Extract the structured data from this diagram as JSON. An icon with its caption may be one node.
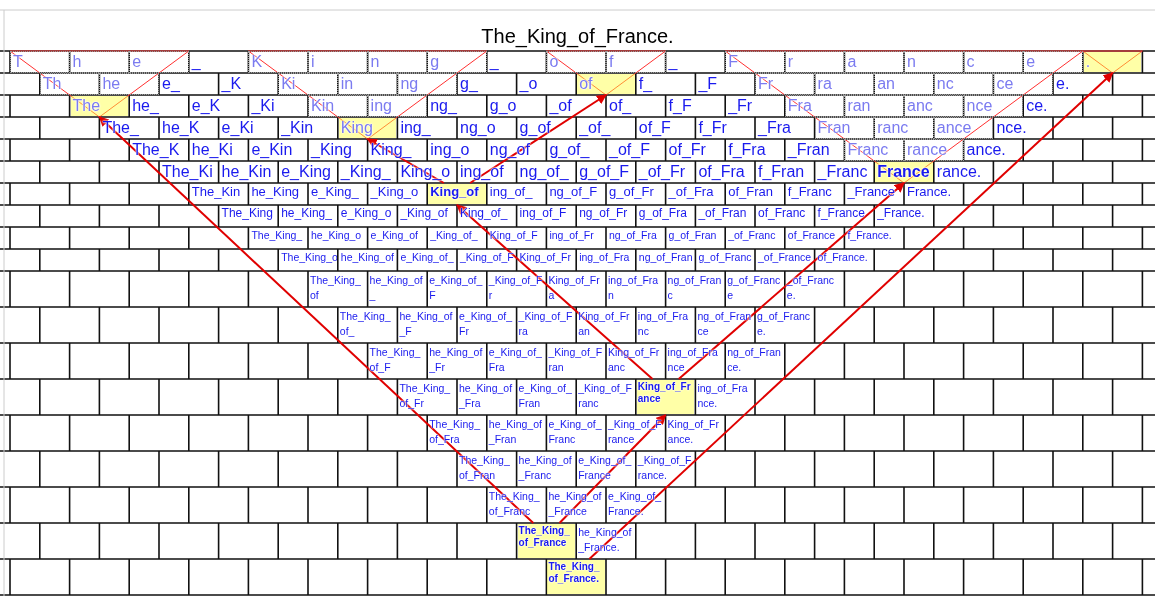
{
  "diagram": {
    "title": "The_King_of_France.",
    "nodes": [
      {
        "text": [
          "T"
        ]
      },
      {
        "text": [
          "h"
        ]
      },
      {
        "text": [
          "e"
        ]
      },
      {
        "text": [
          "_"
        ]
      },
      {
        "text": [
          "K"
        ]
      },
      {
        "text": [
          "i"
        ]
      },
      {
        "text": [
          "n"
        ]
      },
      {
        "text": [
          "g"
        ]
      },
      {
        "text": [
          "_"
        ]
      },
      {
        "text": [
          "o"
        ]
      },
      {
        "text": [
          "f"
        ]
      },
      {
        "text": [
          "_"
        ]
      },
      {
        "text": [
          "F"
        ]
      },
      {
        "text": [
          "r"
        ]
      },
      {
        "text": [
          "a"
        ]
      },
      {
        "text": [
          "n"
        ]
      },
      {
        "text": [
          "c"
        ]
      },
      {
        "text": [
          "e"
        ]
      },
      {
        "text": [
          "."
        ]
      },
      {
        "text": [
          "Th"
        ]
      },
      {
        "text": [
          "he"
        ]
      },
      {
        "text": [
          "e_"
        ]
      },
      {
        "text": [
          "_K"
        ]
      },
      {
        "text": [
          "Ki"
        ]
      },
      {
        "text": [
          "in"
        ]
      },
      {
        "text": [
          "ng"
        ]
      },
      {
        "text": [
          "g_"
        ]
      },
      {
        "text": [
          "_o"
        ]
      },
      {
        "text": [
          "of"
        ]
      },
      {
        "text": [
          "f_"
        ]
      },
      {
        "text": [
          "_F"
        ]
      },
      {
        "text": [
          "Fr"
        ]
      },
      {
        "text": [
          "ra"
        ]
      },
      {
        "text": [
          "an"
        ]
      },
      {
        "text": [
          "nc"
        ]
      },
      {
        "text": [
          "ce"
        ]
      },
      {
        "text": [
          "e."
        ]
      },
      {
        "text": [
          "The"
        ]
      },
      {
        "text": [
          "he_"
        ]
      },
      {
        "text": [
          "e_K"
        ]
      },
      {
        "text": [
          "_Ki"
        ]
      },
      {
        "text": [
          "Kin"
        ]
      },
      {
        "text": [
          "ing"
        ]
      },
      {
        "text": [
          "ng_"
        ]
      },
      {
        "text": [
          "g_o"
        ]
      },
      {
        "text": [
          "_of"
        ]
      },
      {
        "text": [
          "of_"
        ]
      },
      {
        "text": [
          "f_F"
        ]
      },
      {
        "text": [
          "_Fr"
        ]
      },
      {
        "text": [
          "Fra"
        ]
      },
      {
        "text": [
          "ran"
        ]
      },
      {
        "text": [
          "anc"
        ]
      },
      {
        "text": [
          "nce"
        ]
      },
      {
        "text": [
          "ce."
        ]
      },
      {
        "text": [
          "The_"
        ]
      },
      {
        "text": [
          "he_K"
        ]
      },
      {
        "text": [
          "e_Ki"
        ]
      },
      {
        "text": [
          "_Kin"
        ]
      },
      {
        "text": [
          "King"
        ]
      },
      {
        "text": [
          "ing_"
        ]
      },
      {
        "text": [
          "ng_o"
        ]
      },
      {
        "text": [
          "g_of"
        ]
      },
      {
        "text": [
          "_of_"
        ]
      },
      {
        "text": [
          "of_F"
        ]
      },
      {
        "text": [
          "f_Fr"
        ]
      },
      {
        "text": [
          "_Fra"
        ]
      },
      {
        "text": [
          "Fran"
        ]
      },
      {
        "text": [
          "ranc"
        ]
      },
      {
        "text": [
          "ance"
        ]
      },
      {
        "text": [
          "nce."
        ]
      },
      {
        "text": [
          "The_K"
        ]
      },
      {
        "text": [
          "he_Ki"
        ]
      },
      {
        "text": [
          "e_Kin"
        ]
      },
      {
        "text": [
          "_King"
        ]
      },
      {
        "text": [
          "King_"
        ]
      },
      {
        "text": [
          "ing_o"
        ]
      },
      {
        "text": [
          "ng_of"
        ]
      },
      {
        "text": [
          "g_of_"
        ]
      },
      {
        "text": [
          "_of_F"
        ]
      },
      {
        "text": [
          "of_Fr"
        ]
      },
      {
        "text": [
          "f_Fra"
        ]
      },
      {
        "text": [
          "_Fran"
        ]
      },
      {
        "text": [
          "Franc"
        ]
      },
      {
        "text": [
          "rance"
        ]
      },
      {
        "text": [
          "ance."
        ]
      },
      {
        "text": [
          "The_Ki"
        ]
      },
      {
        "text": [
          "he_Kin"
        ]
      },
      {
        "text": [
          "e_King"
        ]
      },
      {
        "text": [
          "_King_"
        ]
      },
      {
        "text": [
          "King_o"
        ]
      },
      {
        "text": [
          "ing_of"
        ]
      },
      {
        "text": [
          "ng_of_"
        ]
      },
      {
        "text": [
          "g_of_F"
        ]
      },
      {
        "text": [
          "_of_Fr"
        ]
      },
      {
        "text": [
          "of_Fra"
        ]
      },
      {
        "text": [
          "f_Fran"
        ]
      },
      {
        "text": [
          "_Franc"
        ]
      },
      {
        "text": [
          "France"
        ]
      },
      {
        "text": [
          "rance."
        ]
      },
      {
        "text": [
          "The_Kin"
        ]
      },
      {
        "text": [
          "he_King"
        ]
      },
      {
        "text": [
          "e_King_"
        ]
      },
      {
        "text": [
          "_King_o"
        ]
      },
      {
        "text": [
          "King_of"
        ]
      },
      {
        "text": [
          "ing_of_"
        ]
      },
      {
        "text": [
          "ng_of_F"
        ]
      },
      {
        "text": [
          "g_of_Fr"
        ]
      },
      {
        "text": [
          "_of_Fra"
        ]
      },
      {
        "text": [
          "of_Fran"
        ]
      },
      {
        "text": [
          "f_Franc"
        ]
      },
      {
        "text": [
          "_France"
        ]
      },
      {
        "text": [
          "France."
        ]
      },
      {
        "text": [
          "The_King"
        ]
      },
      {
        "text": [
          "he_King_"
        ]
      },
      {
        "text": [
          "e_King_o"
        ]
      },
      {
        "text": [
          "_King_of"
        ]
      },
      {
        "text": [
          "King_of_"
        ]
      },
      {
        "text": [
          "ing_of_F"
        ]
      },
      {
        "text": [
          "ng_of_Fr"
        ]
      },
      {
        "text": [
          "g_of_Fra"
        ]
      },
      {
        "text": [
          "_of_Fran"
        ]
      },
      {
        "text": [
          "of_Franc"
        ]
      },
      {
        "text": [
          "f_France"
        ]
      },
      {
        "text": [
          "_France."
        ]
      },
      {
        "text": [
          "The_King_"
        ]
      },
      {
        "text": [
          "he_King_o"
        ]
      },
      {
        "text": [
          "e_King_of"
        ]
      },
      {
        "text": [
          "_King_of_"
        ]
      },
      {
        "text": [
          "King_of_F"
        ]
      },
      {
        "text": [
          "ing_of_Fr"
        ]
      },
      {
        "text": [
          "ng_of_Fra"
        ]
      },
      {
        "text": [
          "g_of_Fran"
        ]
      },
      {
        "text": [
          "_of_Franc"
        ]
      },
      {
        "text": [
          "of_France"
        ]
      },
      {
        "text": [
          "f_France."
        ]
      },
      {
        "text": [
          "The_King_o"
        ]
      },
      {
        "text": [
          "he_King_of"
        ]
      },
      {
        "text": [
          "e_King_of_"
        ]
      },
      {
        "text": [
          "_King_of_F"
        ]
      },
      {
        "text": [
          "King_of_Fr"
        ]
      },
      {
        "text": [
          "ing_of_Fra"
        ]
      },
      {
        "text": [
          "ng_of_Fran"
        ]
      },
      {
        "text": [
          "g_of_Franc"
        ]
      },
      {
        "text": [
          "_of_France"
        ]
      },
      {
        "text": [
          "of_France."
        ]
      },
      {
        "text": [
          "The_King_of"
        ]
      },
      {
        "text": [
          "he_King_of_"
        ]
      },
      {
        "text": [
          "e_King_of_F"
        ]
      },
      {
        "text": [
          "_King_of_Fr"
        ]
      },
      {
        "text": [
          "King_of_Fra"
        ]
      },
      {
        "text": [
          "ing_of_Fran"
        ]
      },
      {
        "text": [
          "ng_of_Franc"
        ]
      },
      {
        "text": [
          "g_of_France"
        ]
      },
      {
        "text": [
          "_of_France."
        ]
      },
      {
        "text": [
          "The_King_of_"
        ]
      },
      {
        "text": [
          "he_King_of_F"
        ]
      },
      {
        "text": [
          "e_King_of_Fr"
        ]
      },
      {
        "text": [
          "_King_of_Fra"
        ]
      },
      {
        "text": [
          "King_of_Fran"
        ]
      },
      {
        "text": [
          "ing_of_Franc"
        ]
      },
      {
        "text": [
          "ng_of_France"
        ]
      },
      {
        "text": [
          "g_of_France."
        ]
      },
      {
        "text": [
          "The_King_of_F"
        ]
      },
      {
        "text": [
          "he_King_of_Fr"
        ]
      },
      {
        "text": [
          "e_King_of_Fra"
        ]
      },
      {
        "text": [
          "_King_of_Fran"
        ]
      },
      {
        "text": [
          "King_of_Franc"
        ]
      },
      {
        "text": [
          "ing_of_France"
        ]
      },
      {
        "text": [
          "ng_of_France."
        ]
      },
      {
        "text": [
          "The_King_of_Fr"
        ]
      },
      {
        "text": [
          "he_King_of_Fra"
        ]
      },
      {
        "text": [
          "e_King_of_Fran"
        ]
      },
      {
        "text": [
          "_King_of_Franc"
        ]
      },
      {
        "text": [
          "King_of_France"
        ]
      },
      {
        "text": [
          "ing_of_France."
        ]
      },
      {
        "text": [
          "The_King_of_Fra"
        ]
      },
      {
        "text": [
          "he_King_of_Fran"
        ]
      },
      {
        "text": [
          "e_King_of_Franc"
        ]
      },
      {
        "text": [
          "_King_of_France"
        ]
      },
      {
        "text": [
          "King_of_France."
        ]
      },
      {
        "text": [
          "The_King_of_Fran"
        ]
      },
      {
        "text": [
          "he_King_of_Franc"
        ]
      },
      {
        "text": [
          "e_King_of_France"
        ]
      },
      {
        "text": [
          "_King_of_France."
        ]
      },
      {
        "text": [
          "The_King_of_Franc"
        ]
      },
      {
        "text": [
          "he_King_of_France"
        ]
      },
      {
        "text": [
          "e_King_of_France."
        ]
      },
      {
        "text": [
          "The_King_of_France"
        ]
      },
      {
        "text": [
          "he_King_of_France."
        ]
      },
      {
        "text": [
          "The_King_of_France."
        ]
      }
    ],
    "edges": [
      {
        "from": 189,
        "to": 18,
        "arrow": "to"
      },
      {
        "from": 187,
        "to": 37,
        "arrow": "to"
      },
      {
        "from": 187,
        "to": 173,
        "arrow": "to"
      },
      {
        "from": 173,
        "to": 103,
        "arrow": "to"
      },
      {
        "from": 173,
        "to": 97,
        "arrow": "to"
      },
      {
        "from": 103,
        "to": 58,
        "arrow": "to"
      },
      {
        "from": 103,
        "to": 28,
        "arrow": "to"
      }
    ]
  }
}
